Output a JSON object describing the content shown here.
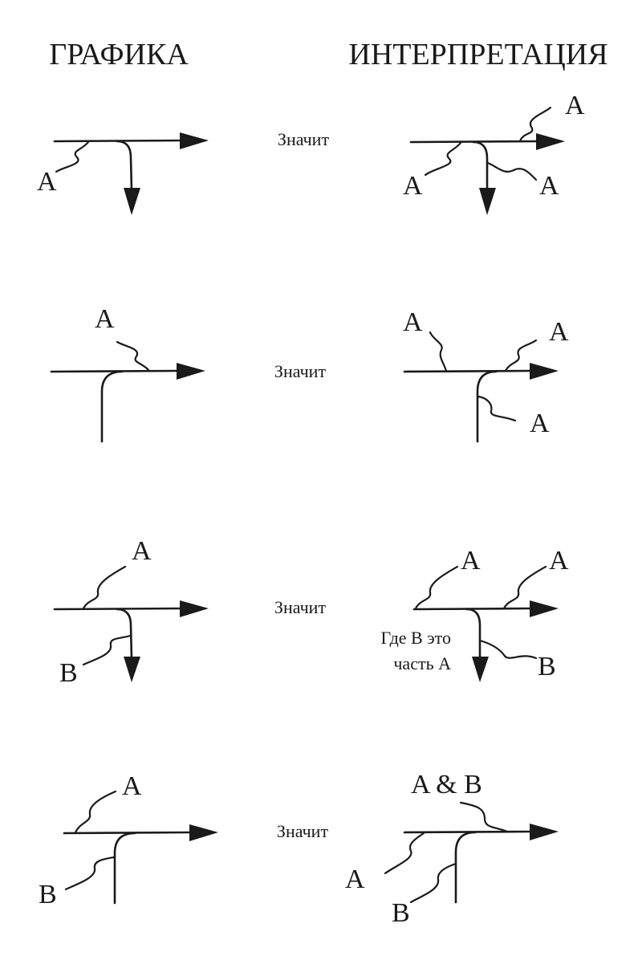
{
  "headers": {
    "left": "ГРАФИКА",
    "right": "ИНТЕРПРЕТАЦИЯ"
  },
  "means": "Значит",
  "labels": {
    "a": "A",
    "b": "B",
    "a_and_b": "A & B"
  },
  "notes": {
    "line1": "Где B это",
    "line2": "часть A"
  }
}
